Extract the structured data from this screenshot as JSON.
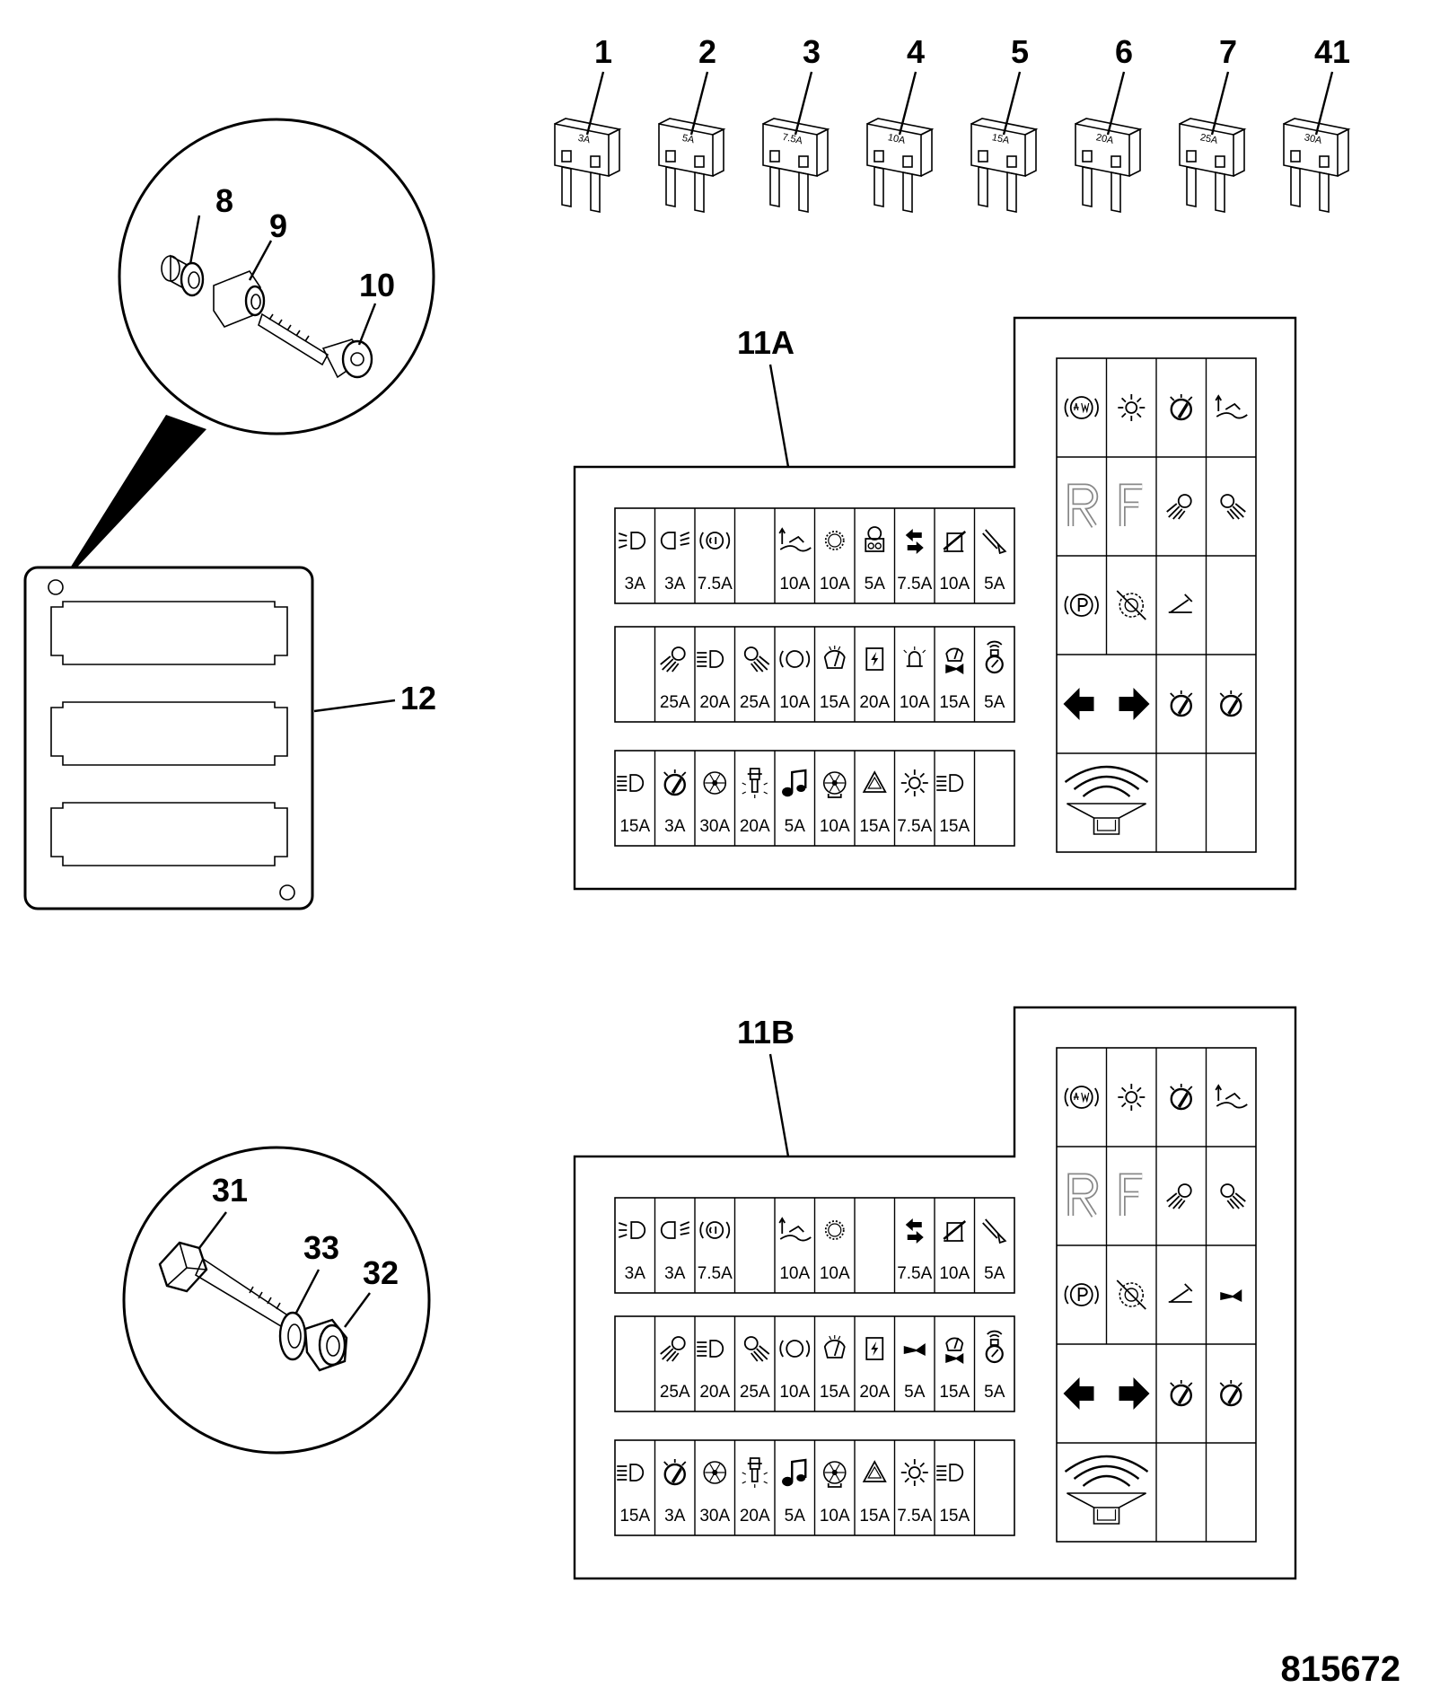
{
  "fuses": [
    {
      "callout": "1",
      "rating": "3A"
    },
    {
      "callout": "2",
      "rating": "5A"
    },
    {
      "callout": "3",
      "rating": "7.5A"
    },
    {
      "callout": "4",
      "rating": "10A"
    },
    {
      "callout": "5",
      "rating": "15A"
    },
    {
      "callout": "6",
      "rating": "20A"
    },
    {
      "callout": "7",
      "rating": "25A"
    },
    {
      "callout": "41",
      "rating": "30A"
    }
  ],
  "hardware_top": [
    "8",
    "9",
    "10"
  ],
  "hardware_bottom": [
    "31",
    "33",
    "32"
  ],
  "cover_callout": "12",
  "drawing_number": "815672",
  "boxes": [
    {
      "label": "11A",
      "rows": [
        [
          {
            "icon": "dipped-beam-left-icon",
            "amp": "3A"
          },
          {
            "icon": "dipped-beam-right-icon",
            "amp": "3A"
          },
          {
            "icon": "brake-warning-icon",
            "amp": "7.5A"
          },
          {
            "icon": "",
            "amp": ""
          },
          {
            "icon": "boom-lift-icon",
            "amp": "10A"
          },
          {
            "icon": "gear-icon",
            "amp": "10A"
          },
          {
            "icon": "engine-fan-icon",
            "amp": "5A"
          },
          {
            "icon": "direction-arrows-icon",
            "amp": "7.5A"
          },
          {
            "icon": "seat-icon",
            "amp": "10A"
          },
          {
            "icon": "wrench-icon",
            "amp": "5A"
          }
        ],
        [
          {
            "icon": "",
            "amp": ""
          },
          {
            "icon": "work-lamp-icon",
            "amp": "25A"
          },
          {
            "icon": "main-beam-icon",
            "amp": "20A"
          },
          {
            "icon": "flood-lamp-icon",
            "amp": "25A"
          },
          {
            "icon": "brake-ring-icon",
            "amp": "10A"
          },
          {
            "icon": "wiper-icon",
            "amp": "15A"
          },
          {
            "icon": "power-socket-icon",
            "amp": "20A"
          },
          {
            "icon": "beacon-icon",
            "amp": "10A"
          },
          {
            "icon": "wiper-horn-icon",
            "amp": "15A"
          },
          {
            "icon": "radio-gauge-icon",
            "amp": "5A"
          }
        ],
        [
          {
            "icon": "main-beam-icon",
            "amp": "15A"
          },
          {
            "icon": "stopwatch-icon",
            "amp": "3A"
          },
          {
            "icon": "heater-fan-icon",
            "amp": "30A"
          },
          {
            "icon": "cigar-lighter-icon",
            "amp": "20A"
          },
          {
            "icon": "music-note-icon",
            "amp": "5A"
          },
          {
            "icon": "fan-blower-icon",
            "amp": "10A"
          },
          {
            "icon": "hazard-triangle-icon",
            "amp": "15A"
          },
          {
            "icon": "interior-light-icon",
            "amp": "7.5A"
          },
          {
            "icon": "main-beam-icon",
            "amp": "15A"
          },
          {
            "icon": "",
            "amp": ""
          }
        ]
      ],
      "relays": [
        [
          "four-wheel-drive-icon",
          "interior-light-icon",
          "stopwatch-icon",
          "boom-lift-icon"
        ],
        [
          "reverse-letter-icon",
          "forward-letter-icon",
          "work-lamp-icon",
          "flood-lamp-icon"
        ],
        [
          "park-brake-icon",
          "crossed-gear-icon",
          "tilt-pedal-icon",
          ""
        ],
        [
          "left-right-arrows-icon",
          "stopwatch-icon",
          "stopwatch-icon"
        ],
        [
          "horn-speaker-icon",
          "",
          ""
        ]
      ]
    },
    {
      "label": "11B",
      "rows": [
        [
          {
            "icon": "dipped-beam-left-icon",
            "amp": "3A"
          },
          {
            "icon": "dipped-beam-right-icon",
            "amp": "3A"
          },
          {
            "icon": "brake-warning-icon",
            "amp": "7.5A"
          },
          {
            "icon": "",
            "amp": ""
          },
          {
            "icon": "boom-lift-icon",
            "amp": "10A"
          },
          {
            "icon": "gear-icon",
            "amp": "10A"
          },
          {
            "icon": "",
            "amp": ""
          },
          {
            "icon": "direction-arrows-icon",
            "amp": "7.5A"
          },
          {
            "icon": "seat-icon",
            "amp": "10A"
          },
          {
            "icon": "wrench-icon",
            "amp": "5A"
          }
        ],
        [
          {
            "icon": "",
            "amp": ""
          },
          {
            "icon": "work-lamp-icon",
            "amp": "25A"
          },
          {
            "icon": "main-beam-icon",
            "amp": "20A"
          },
          {
            "icon": "flood-lamp-icon",
            "amp": "25A"
          },
          {
            "icon": "brake-ring-icon",
            "amp": "10A"
          },
          {
            "icon": "wiper-icon",
            "amp": "15A"
          },
          {
            "icon": "power-socket-icon",
            "amp": "20A"
          },
          {
            "icon": "horn-icon",
            "amp": "5A"
          },
          {
            "icon": "wiper-horn-icon",
            "amp": "15A"
          },
          {
            "icon": "radio-gauge-icon",
            "amp": "5A"
          }
        ],
        [
          {
            "icon": "main-beam-icon",
            "amp": "15A"
          },
          {
            "icon": "stopwatch-icon",
            "amp": "3A"
          },
          {
            "icon": "heater-fan-icon",
            "amp": "30A"
          },
          {
            "icon": "cigar-lighter-icon",
            "amp": "20A"
          },
          {
            "icon": "music-note-icon",
            "amp": "5A"
          },
          {
            "icon": "fan-blower-icon",
            "amp": "10A"
          },
          {
            "icon": "hazard-triangle-icon",
            "amp": "15A"
          },
          {
            "icon": "interior-light-icon",
            "amp": "7.5A"
          },
          {
            "icon": "main-beam-icon",
            "amp": "15A"
          },
          {
            "icon": "",
            "amp": ""
          }
        ]
      ],
      "relays": [
        [
          "four-wheel-drive-icon",
          "interior-light-icon",
          "stopwatch-icon",
          "boom-lift-icon"
        ],
        [
          "reverse-letter-icon",
          "forward-letter-icon",
          "work-lamp-icon",
          "flood-lamp-icon"
        ],
        [
          "park-brake-icon",
          "crossed-gear-icon",
          "tilt-pedal-icon",
          "horn-icon"
        ],
        [
          "left-right-arrows-icon",
          "stopwatch-icon",
          "stopwatch-icon"
        ],
        [
          "horn-speaker-icon",
          "",
          ""
        ]
      ]
    }
  ]
}
